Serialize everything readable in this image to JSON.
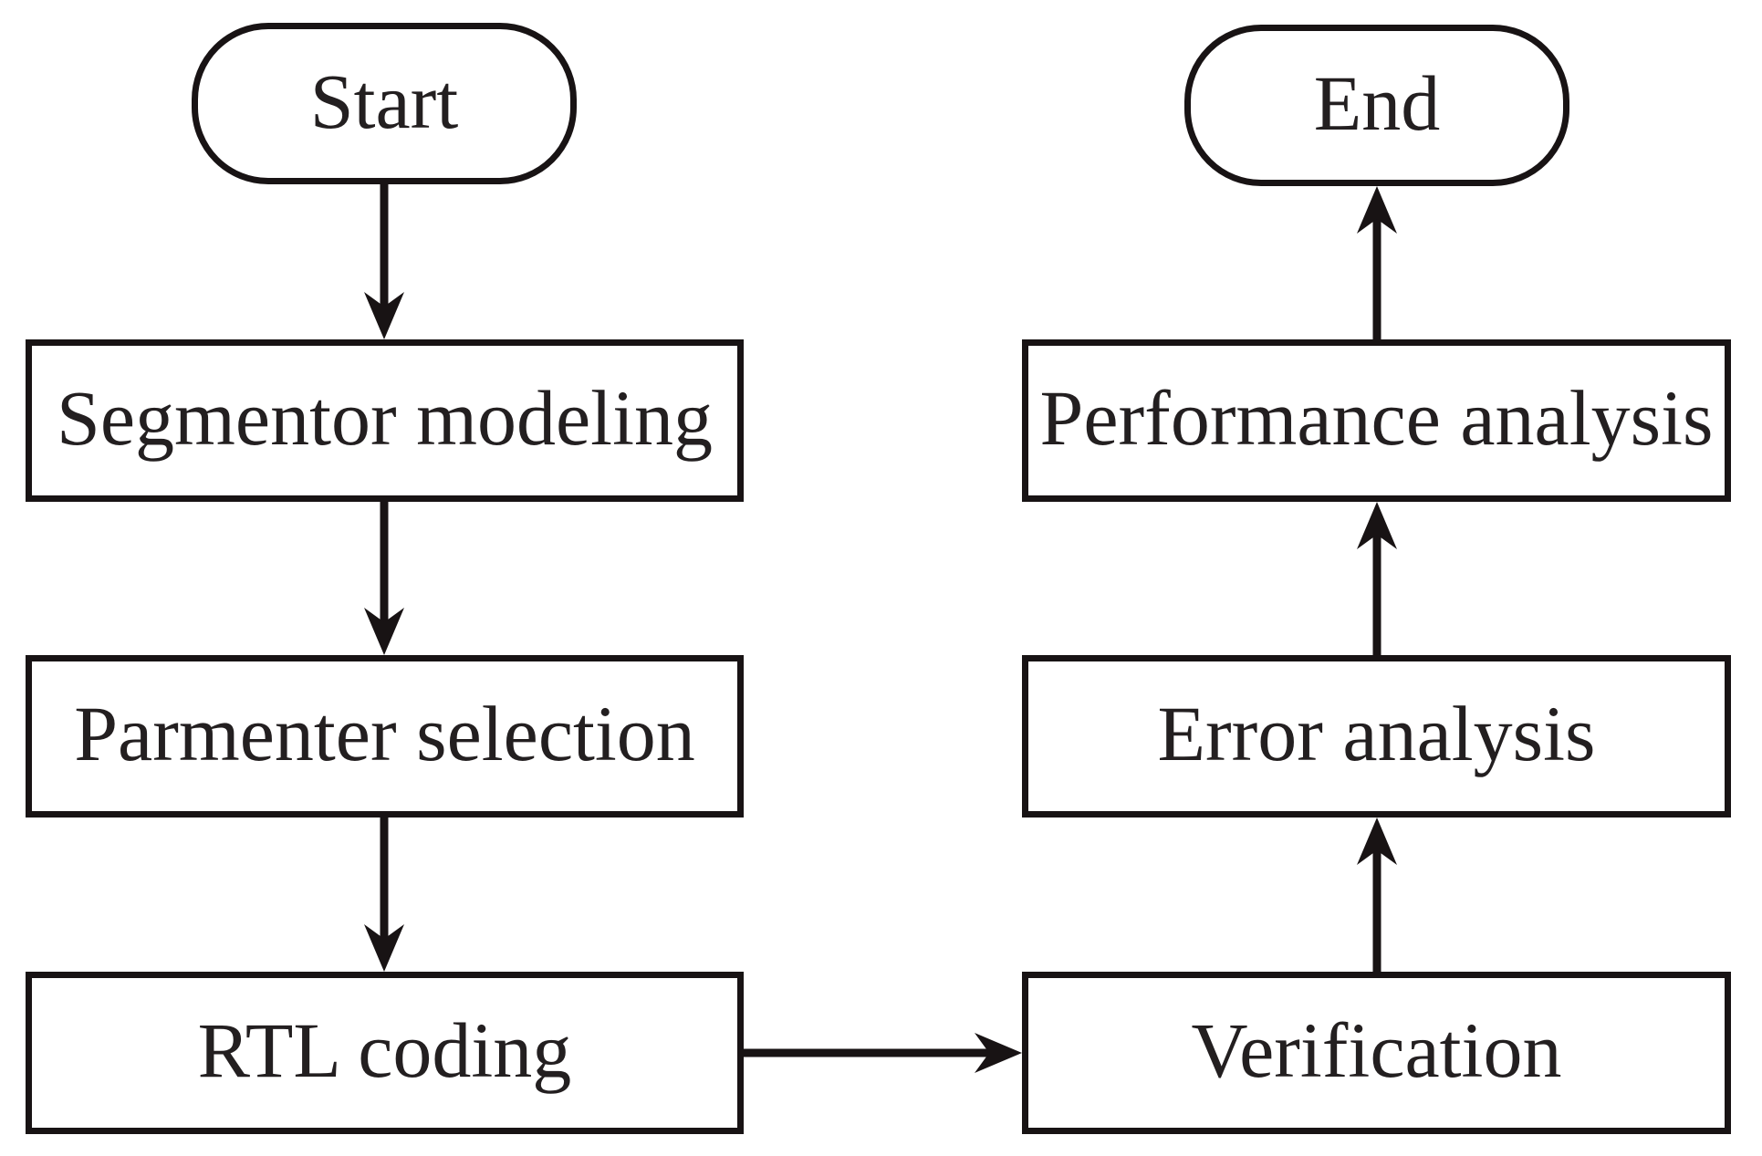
{
  "diagram": {
    "type": "flowchart",
    "background_color": "#ffffff",
    "stroke_color": "#181314",
    "text_color": "#231f20",
    "nodes": {
      "start": {
        "label": "Start",
        "shape": "terminator"
      },
      "segmentor_modeling": {
        "label": "Segmentor modeling",
        "shape": "process"
      },
      "parmenter_selection": {
        "label": "Parmenter selection",
        "shape": "process"
      },
      "rtl_coding": {
        "label": "RTL coding",
        "shape": "process"
      },
      "verification": {
        "label": "Verification",
        "shape": "process"
      },
      "error_analysis": {
        "label": "Error analysis",
        "shape": "process"
      },
      "performance_analysis": {
        "label": "Performance analysis",
        "shape": "process"
      },
      "end": {
        "label": "End",
        "shape": "terminator"
      }
    },
    "edges": [
      {
        "from": "start",
        "to": "segmentor_modeling",
        "direction": "down"
      },
      {
        "from": "segmentor_modeling",
        "to": "parmenter_selection",
        "direction": "down"
      },
      {
        "from": "parmenter_selection",
        "to": "rtl_coding",
        "direction": "down"
      },
      {
        "from": "rtl_coding",
        "to": "verification",
        "direction": "right"
      },
      {
        "from": "verification",
        "to": "error_analysis",
        "direction": "up"
      },
      {
        "from": "error_analysis",
        "to": "performance_analysis",
        "direction": "up"
      },
      {
        "from": "performance_analysis",
        "to": "end",
        "direction": "up"
      }
    ]
  }
}
